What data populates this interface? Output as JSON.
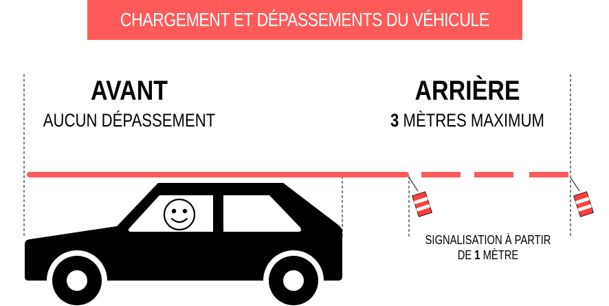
{
  "header": {
    "title": "CHARGEMENT ET DÉPASSEMENTS DU VÉHICULE"
  },
  "front": {
    "title": "AVANT",
    "subtitle": "AUCUN DÉPASSEMENT"
  },
  "rear": {
    "title": "ARRIÈRE",
    "subtitle_number": "3",
    "subtitle_text": " MÈTRES MAXIMUM"
  },
  "signal_note": {
    "line1": "SIGNALISATION À PARTIR",
    "line2_prefix": "DE ",
    "line2_number": "1",
    "line2_suffix": " MÈTRE"
  },
  "colors": {
    "accent": "#ff5a5a",
    "banner_text": "#ffffff",
    "car": "#000000"
  },
  "icons": {
    "vehicle": "car-icon",
    "driver": "smiley-icon",
    "marker": "striped-warning-flag-icon"
  }
}
